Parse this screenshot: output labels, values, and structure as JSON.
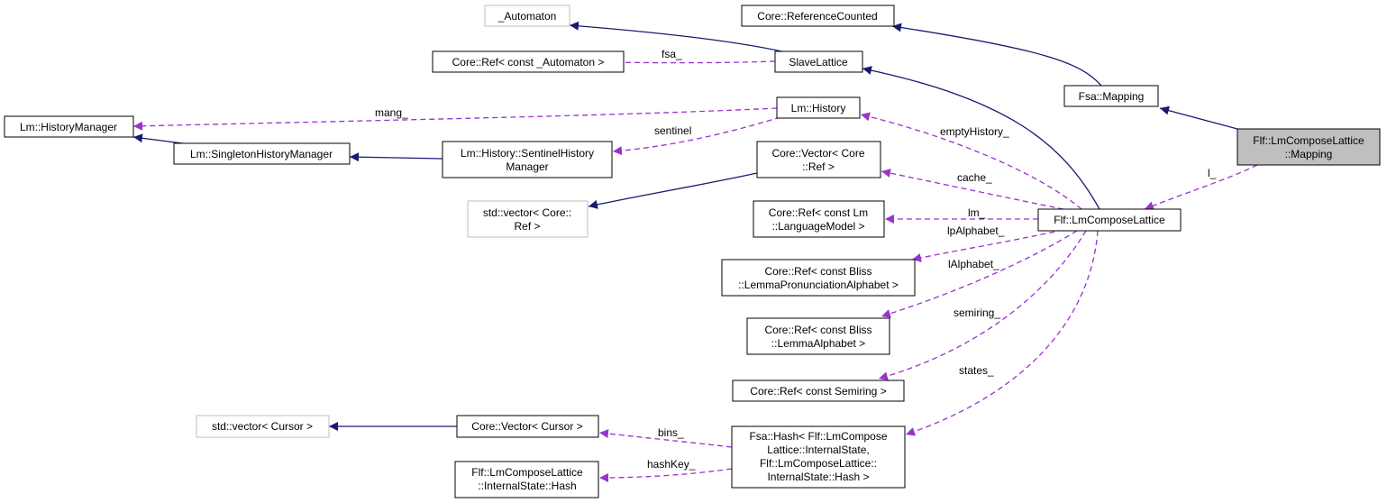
{
  "colors": {
    "inheritance": "#191970",
    "usage": "#9a32cd",
    "highlight_fill": "#bfbfbf",
    "external_border": "#bfbfbf",
    "node_border": "#000000"
  },
  "nodes": {
    "automaton": {
      "lines": [
        "_Automaton"
      ]
    },
    "reference_counted": {
      "lines": [
        "Core::ReferenceCounted"
      ]
    },
    "ref_automaton": {
      "lines": [
        "Core::Ref< const _Automaton >"
      ]
    },
    "slave_lattice": {
      "lines": [
        "SlaveLattice"
      ]
    },
    "fsa_mapping": {
      "lines": [
        "Fsa::Mapping"
      ]
    },
    "history_manager": {
      "lines": [
        "Lm::HistoryManager"
      ]
    },
    "lm_history": {
      "lines": [
        "Lm::History"
      ]
    },
    "lm_compose_mapping": {
      "lines": [
        "Flf::LmComposeLattice",
        "::Mapping"
      ]
    },
    "singleton_history_manager": {
      "lines": [
        "Lm::SingletonHistoryManager"
      ]
    },
    "sentinel_history_manager": {
      "lines": [
        "Lm::History::SentinelHistory",
        "Manager"
      ]
    },
    "vector_core_ref": {
      "lines": [
        "Core::Vector< Core",
        "::Ref >"
      ]
    },
    "std_vector_core_ref": {
      "lines": [
        "std::vector< Core::",
        "Ref >"
      ]
    },
    "ref_language_model": {
      "lines": [
        "Core::Ref< const Lm",
        "::LanguageModel >"
      ]
    },
    "lm_compose_lattice": {
      "lines": [
        "Flf::LmComposeLattice"
      ]
    },
    "ref_lemma_pron_alphabet": {
      "lines": [
        "Core::Ref< const Bliss",
        "::LemmaPronunciationAlphabet >"
      ]
    },
    "ref_lemma_alphabet": {
      "lines": [
        "Core::Ref< const Bliss",
        "::LemmaAlphabet >"
      ]
    },
    "ref_semiring": {
      "lines": [
        "Core::Ref< const Semiring >"
      ]
    },
    "std_vector_cursor": {
      "lines": [
        "std::vector< Cursor >"
      ]
    },
    "vector_cursor": {
      "lines": [
        "Core::Vector< Cursor >"
      ]
    },
    "fsa_hash": {
      "lines": [
        "Fsa::Hash< Flf::LmCompose",
        "Lattice::InternalState,",
        "Flf::LmComposeLattice::",
        "InternalState::Hash >"
      ]
    },
    "internal_state_hash": {
      "lines": [
        "Flf::LmComposeLattice",
        "::InternalState::Hash"
      ]
    }
  },
  "edge_labels": {
    "fsa": "fsa_",
    "mang": "mang_",
    "sentinel": "sentinel",
    "empty_history": "emptyHistory_",
    "cache": "cache_",
    "lm": "lm_",
    "lp_alphabet": "lpAlphabet_",
    "l_alphabet": "lAlphabet_",
    "semiring": "semiring_",
    "states": "states_",
    "bins": "bins_",
    "hash_key": "hashKey_",
    "l": "l_"
  }
}
